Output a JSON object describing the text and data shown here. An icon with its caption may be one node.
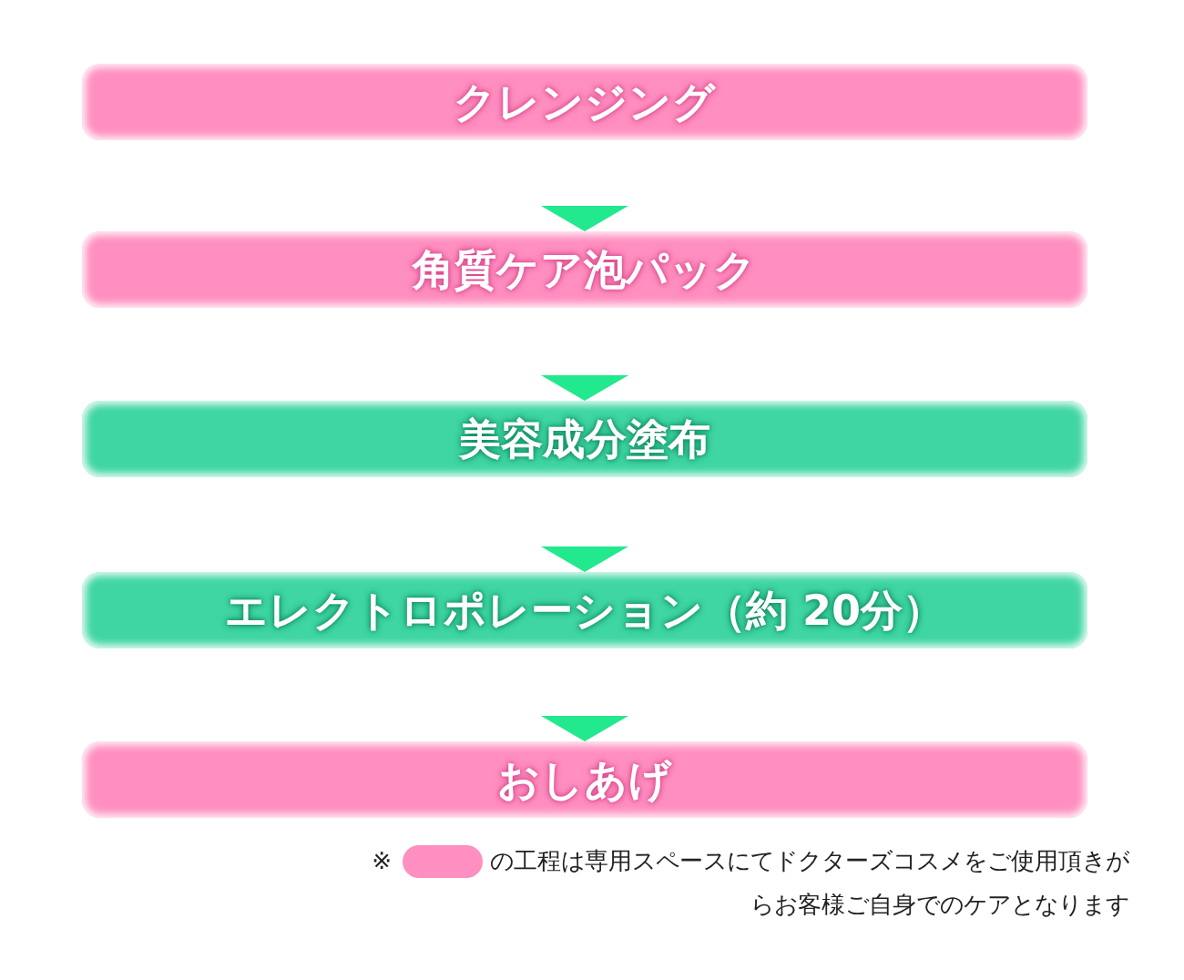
{
  "diagram": {
    "nodes": [
      {
        "text": [
          "クレンジング"
        ]
      },
      {
        "text": [
          "角質ケア泡パック"
        ]
      },
      {
        "text": [
          "美容成分塗布"
        ]
      },
      {
        "text": [
          "エレクトロポレーション（約 20分）"
        ]
      },
      {
        "text": [
          "おしあげ"
        ]
      }
    ],
    "edges": [
      {
        "from": 0,
        "to": 1,
        "arrow": "to"
      },
      {
        "from": 1,
        "to": 2,
        "arrow": "to"
      },
      {
        "from": 2,
        "to": 3,
        "arrow": "to"
      },
      {
        "from": 3,
        "to": 4,
        "arrow": "to"
      }
    ],
    "labels": [
      "※"
    ],
    "legend": [
      {
        "text": "の工程は専用スペースにてドクターズコスメをご使用頂きがらお客様ご自身でのケアとなります",
        "color": "#ff8fc0"
      }
    ]
  }
}
